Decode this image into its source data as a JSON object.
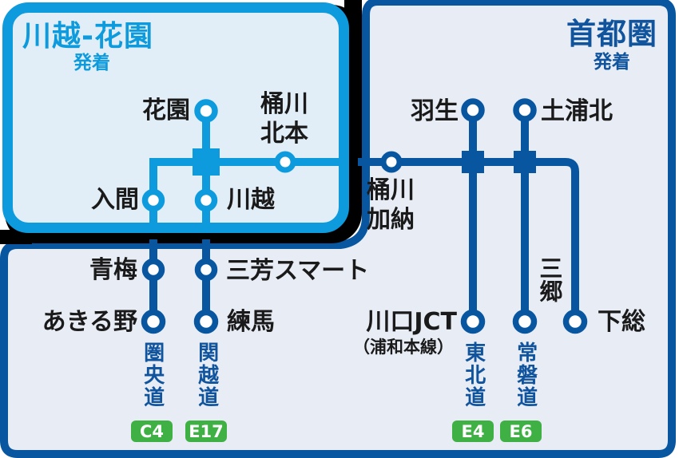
{
  "diagram": {
    "left_zone": {
      "title": "川越-花園",
      "subtitle": "発着"
    },
    "right_zone": {
      "title": "首都圏",
      "subtitle": "発着"
    },
    "stations": {
      "hanazono": "花園",
      "okegawa_kitamoto": "桶川\n北本",
      "hanyu": "羽生",
      "tsuchiura_kita": "土浦北",
      "iruma": "入間",
      "kawagoe": "川越",
      "okegawa_kano": "桶川\n加納",
      "ome": "青梅",
      "miyoshi_smart": "三芳スマート",
      "akiruno": "あきる野",
      "nerima": "練馬",
      "kawaguchi_jct": "川口JCT",
      "kawaguchi_jct_note": "（浦和本線）",
      "misato": "三郷",
      "shimosa": "下総"
    },
    "roads": {
      "kenodo": {
        "name": "圏央道",
        "badge": "C4"
      },
      "kanetsudo": {
        "name": "関越道",
        "badge": "E17"
      },
      "tohokudo": {
        "name": "東北道",
        "badge": "E4"
      },
      "jobando": {
        "name": "常磐道",
        "badge": "E6"
      }
    },
    "colors": {
      "light_blue_line": "#0d9bdd",
      "dark_blue_line": "#07569f",
      "left_zone_fill": "#e2eef7",
      "main_zone_fill": "#e8ecf5",
      "separator_black": "#000000",
      "badge_green": "#3eb044",
      "station_text": "#1a1a1a",
      "road_text": "#0f549d"
    }
  }
}
